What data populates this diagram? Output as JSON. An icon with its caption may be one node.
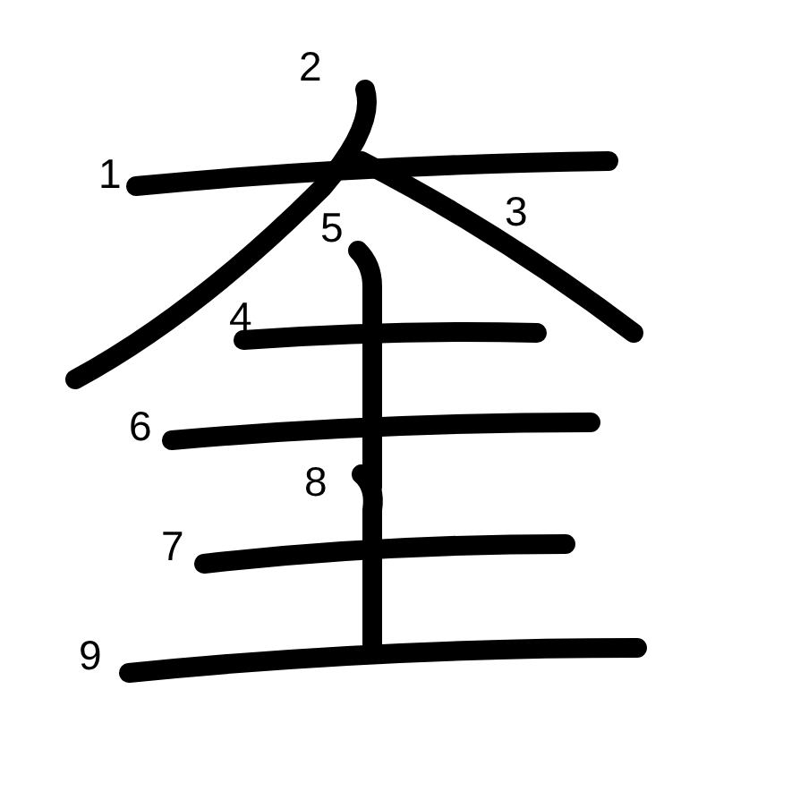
{
  "diagram": {
    "labels": [
      "2",
      "1",
      "5",
      "3",
      "4",
      "6",
      "8",
      "7",
      "9"
    ]
  }
}
